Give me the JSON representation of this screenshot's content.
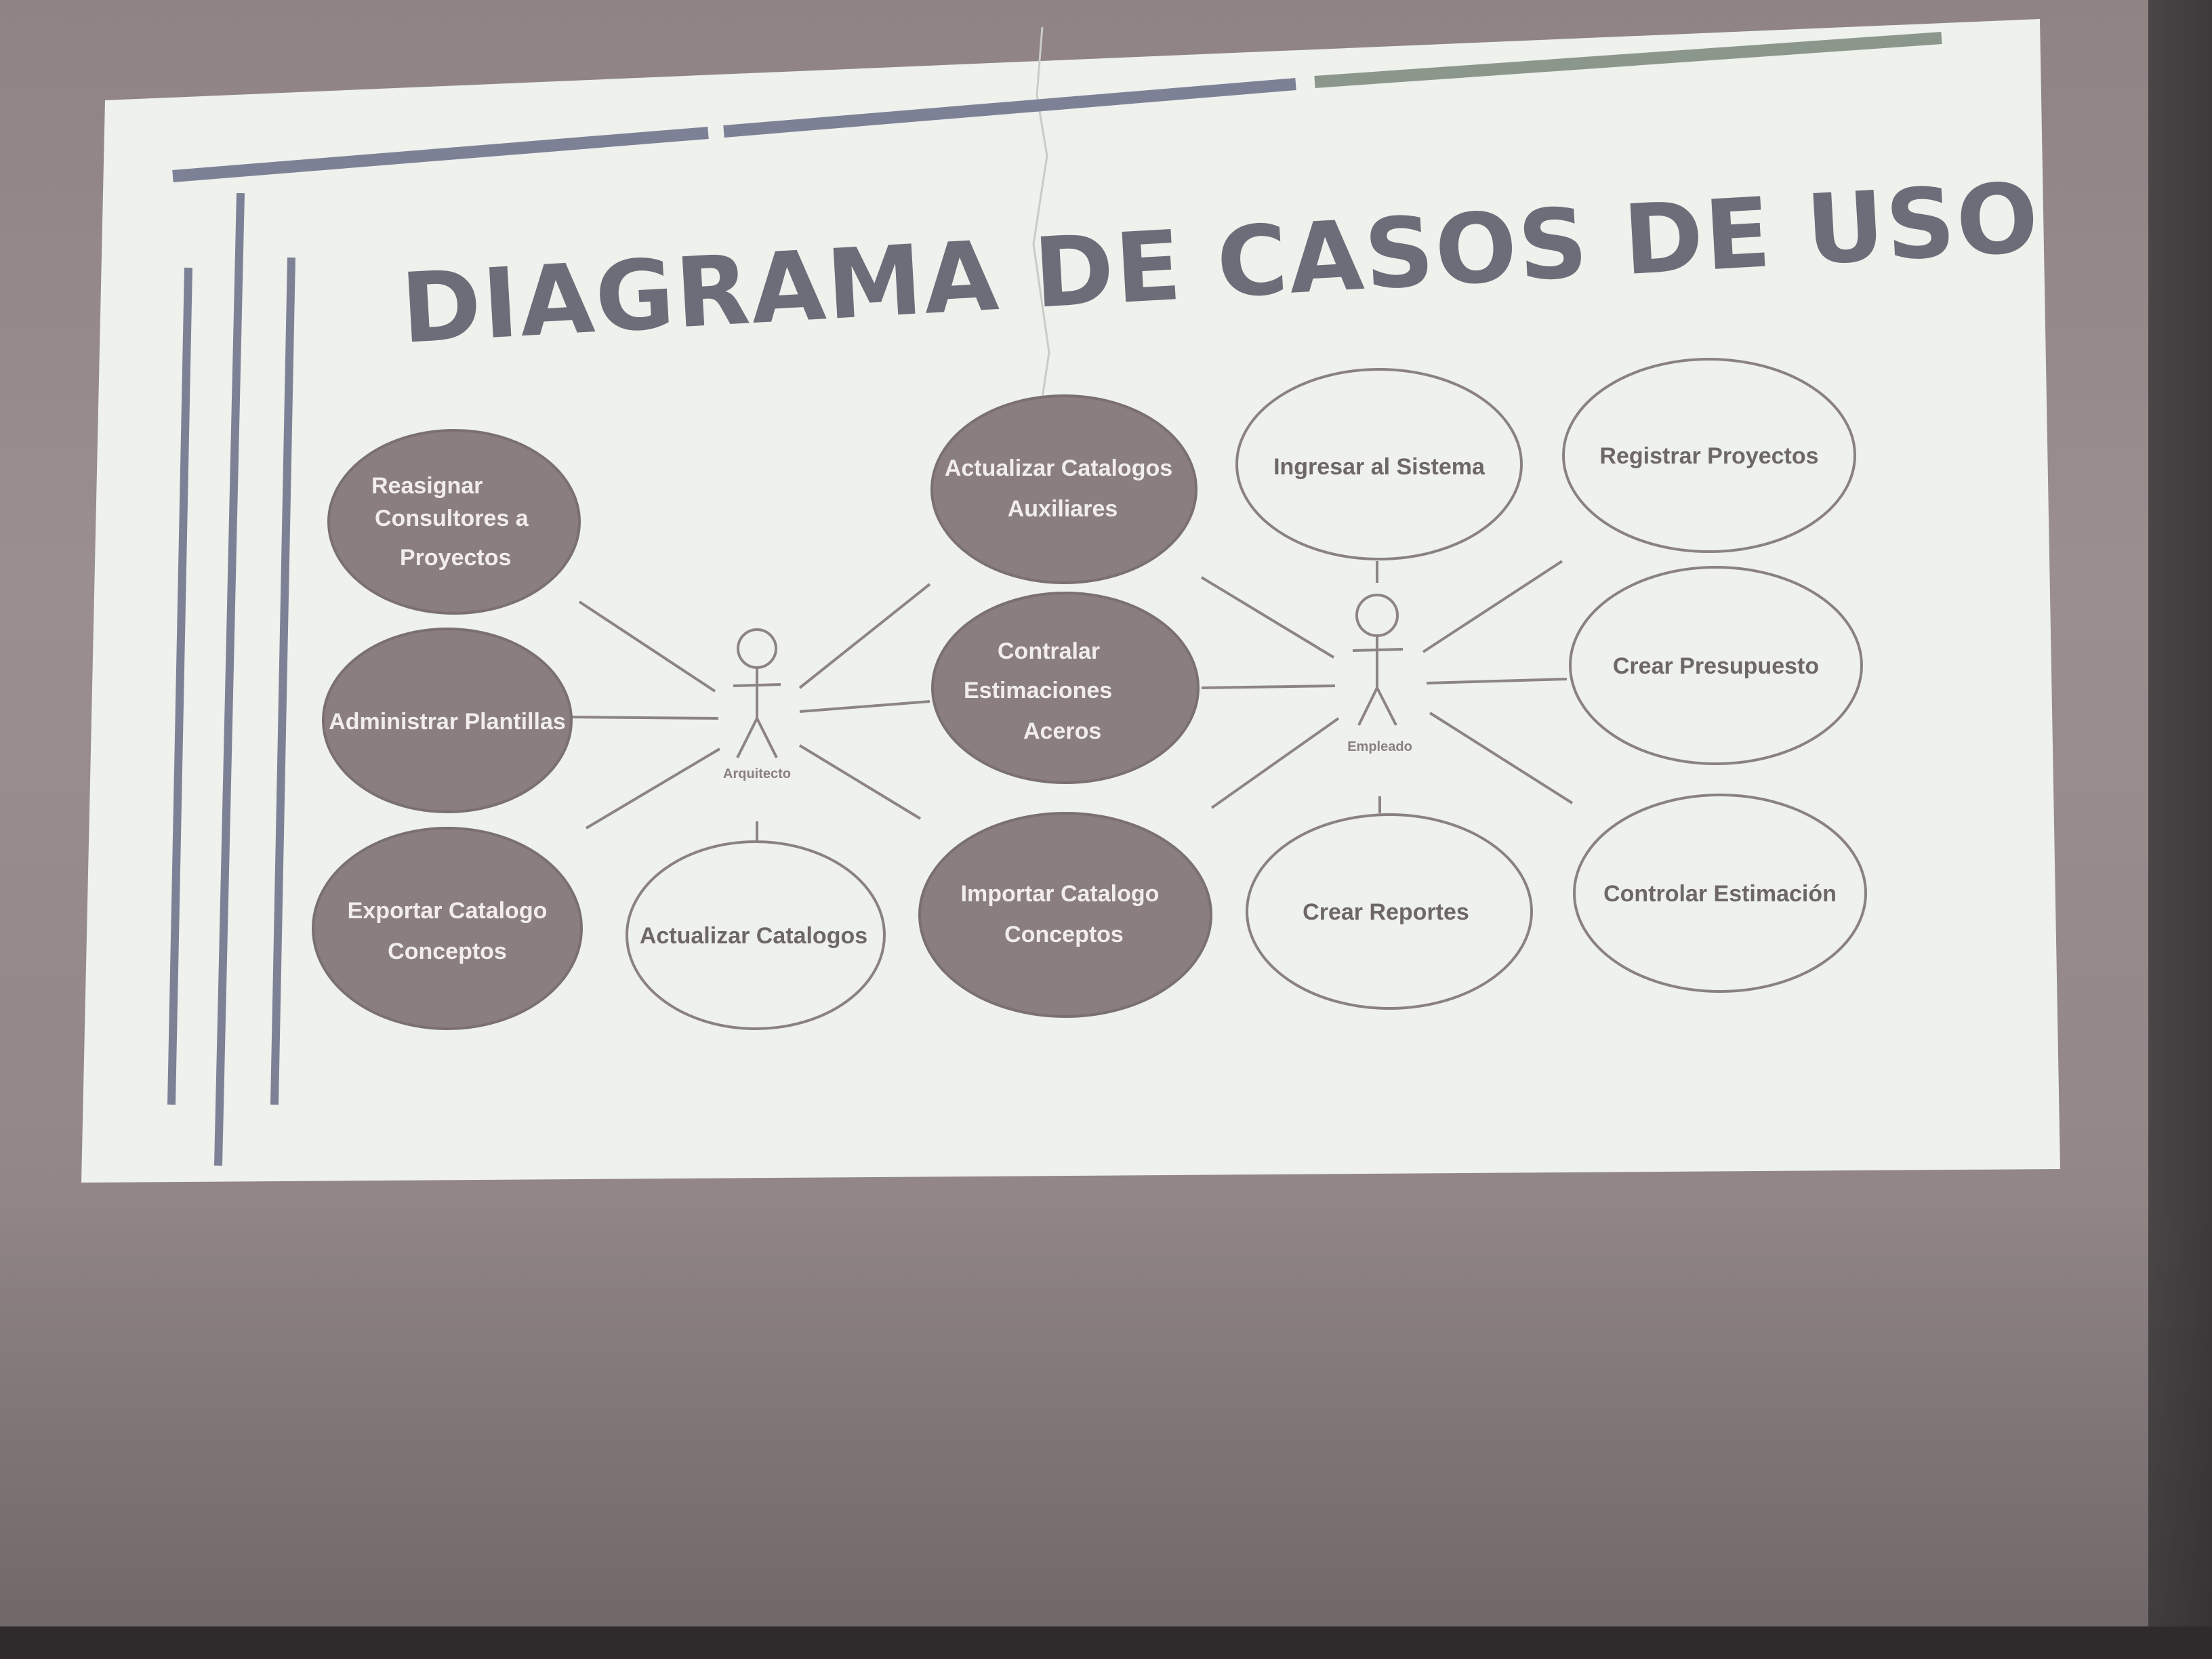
{
  "slide": {
    "title": "DIAGRAMA DE CASOS DE USO"
  },
  "actors": [
    {
      "label": "Arquitecto"
    },
    {
      "label": "Empleado"
    }
  ],
  "use_cases": [
    {
      "lines": [
        "Reasignar",
        "Consultores a",
        "Proyectos"
      ],
      "style": "filled"
    },
    {
      "lines": [
        "Administrar Plantillas"
      ],
      "style": "filled"
    },
    {
      "lines": [
        "Exportar Catalogo",
        "Conceptos"
      ],
      "style": "filled"
    },
    {
      "lines": [
        "Actualizar Catalogos"
      ],
      "style": "outline"
    },
    {
      "lines": [
        "Actualizar Catalogos",
        "Auxiliares"
      ],
      "style": "filled"
    },
    {
      "lines": [
        "Contralar",
        "Estimaciones",
        "Aceros"
      ],
      "style": "filled"
    },
    {
      "lines": [
        "Importar Catalogo",
        "Conceptos"
      ],
      "style": "filled"
    },
    {
      "lines": [
        "Ingresar al Sistema"
      ],
      "style": "outline"
    },
    {
      "lines": [
        "Crear Reportes"
      ],
      "style": "outline"
    },
    {
      "lines": [
        "Registrar Proyectos"
      ],
      "style": "outline"
    },
    {
      "lines": [
        "Crear Presupuesto"
      ],
      "style": "outline"
    },
    {
      "lines": [
        "Controlar Estimación"
      ],
      "style": "outline"
    }
  ],
  "colors": {
    "screen_background": "#eef1ec",
    "filled_use_case": "#8a7e7f",
    "outline_use_case": "#8a8182",
    "title": "#6b6e78",
    "accent_bars": "#7d8196",
    "accent_bar_green": "#8c978c"
  }
}
